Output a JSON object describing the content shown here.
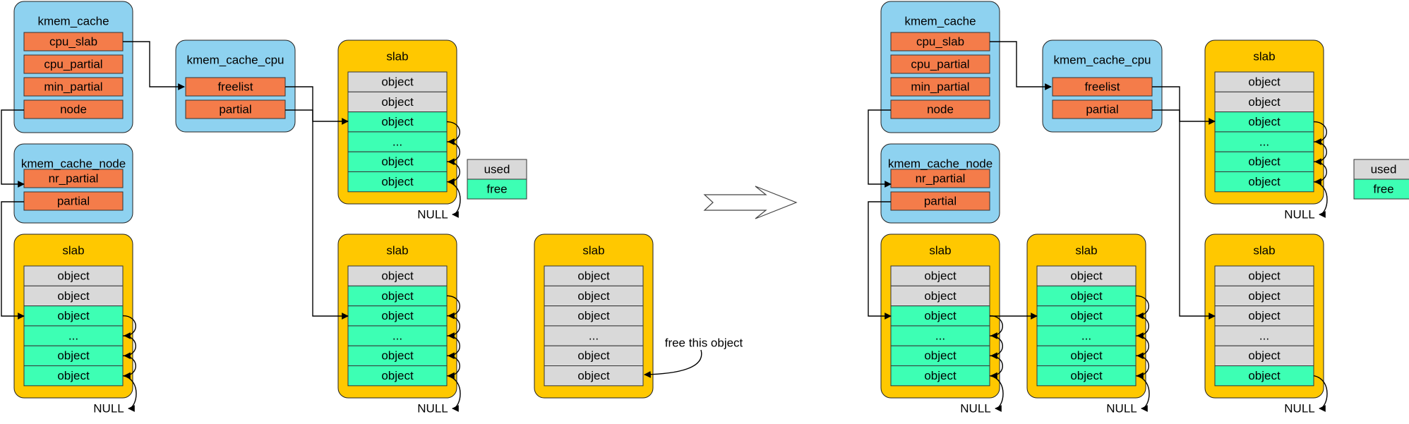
{
  "labels": {
    "kmem_cache": "kmem_cache",
    "cpu_slab": "cpu_slab",
    "cpu_partial": "cpu_partial",
    "min_partial": "min_partial",
    "node": "node",
    "kmem_cache_node": "kmem_cache_node",
    "nr_partial": "nr_partial",
    "partial": "partial",
    "kmem_cache_cpu": "kmem_cache_cpu",
    "freelist": "freelist",
    "slab": "slab",
    "object": "object",
    "ellipsis": "...",
    "null": "NULL",
    "used": "used",
    "free": "free",
    "free_this_object": "free this object"
  },
  "slab_states": {
    "left_cpu_slab": [
      "used",
      "used",
      "free",
      "free",
      "free",
      "free"
    ],
    "left_node_slab": [
      "used",
      "used",
      "free",
      "free",
      "free",
      "free"
    ],
    "left_cpu_partial_slab": [
      "used",
      "free",
      "free",
      "free",
      "free",
      "free"
    ],
    "left_full_slab": [
      "used",
      "used",
      "used",
      "used",
      "used",
      "used"
    ],
    "right_cpu_slab": [
      "used",
      "used",
      "free",
      "free",
      "free",
      "free"
    ],
    "right_node_slab": [
      "used",
      "used",
      "free",
      "free",
      "free",
      "free"
    ],
    "right_cpu_partial_slab_1": [
      "used",
      "free",
      "free",
      "free",
      "free",
      "free"
    ],
    "right_cpu_partial_slab_2": [
      "used",
      "used",
      "used",
      "used",
      "used",
      "free"
    ]
  },
  "colors": {
    "struct_bg": "#8ed2f0",
    "field_bg": "#f47c4a",
    "slab_bg": "#ffc800",
    "used": "#d9d9d9",
    "free": "#3dffb4",
    "annotation": "#ff0000"
  }
}
